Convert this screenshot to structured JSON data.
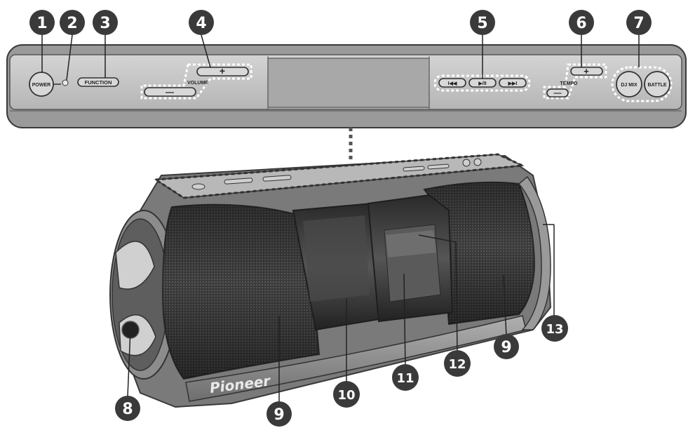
{
  "panel": {
    "power_label": "POWER",
    "function_label": "FUNCTION",
    "volume_label": "VOLUME",
    "plus_symbol": "+",
    "minus_symbol": "—",
    "prev_symbol": "I◀◀",
    "playpause_symbol": "▶/II",
    "next_symbol": "▶▶I",
    "tempo_label": "TEMPO",
    "djmix_label": "DJ MIX",
    "battle_label": "BATTLE"
  },
  "device": {
    "brand": "Pioneer"
  },
  "callouts": {
    "c1": "1",
    "c2": "2",
    "c3": "3",
    "c4": "4",
    "c5": "5",
    "c6": "6",
    "c7": "7",
    "c8": "8",
    "c9a": "9",
    "c9b": "9",
    "c10": "10",
    "c11": "11",
    "c12": "12",
    "c13": "13"
  },
  "colors": {
    "callout_fill": "#3a3a3a",
    "panel_fill": "#c2c2c2",
    "speaker_grille": "#4a4a4a",
    "frame": "#8a8a8a"
  }
}
